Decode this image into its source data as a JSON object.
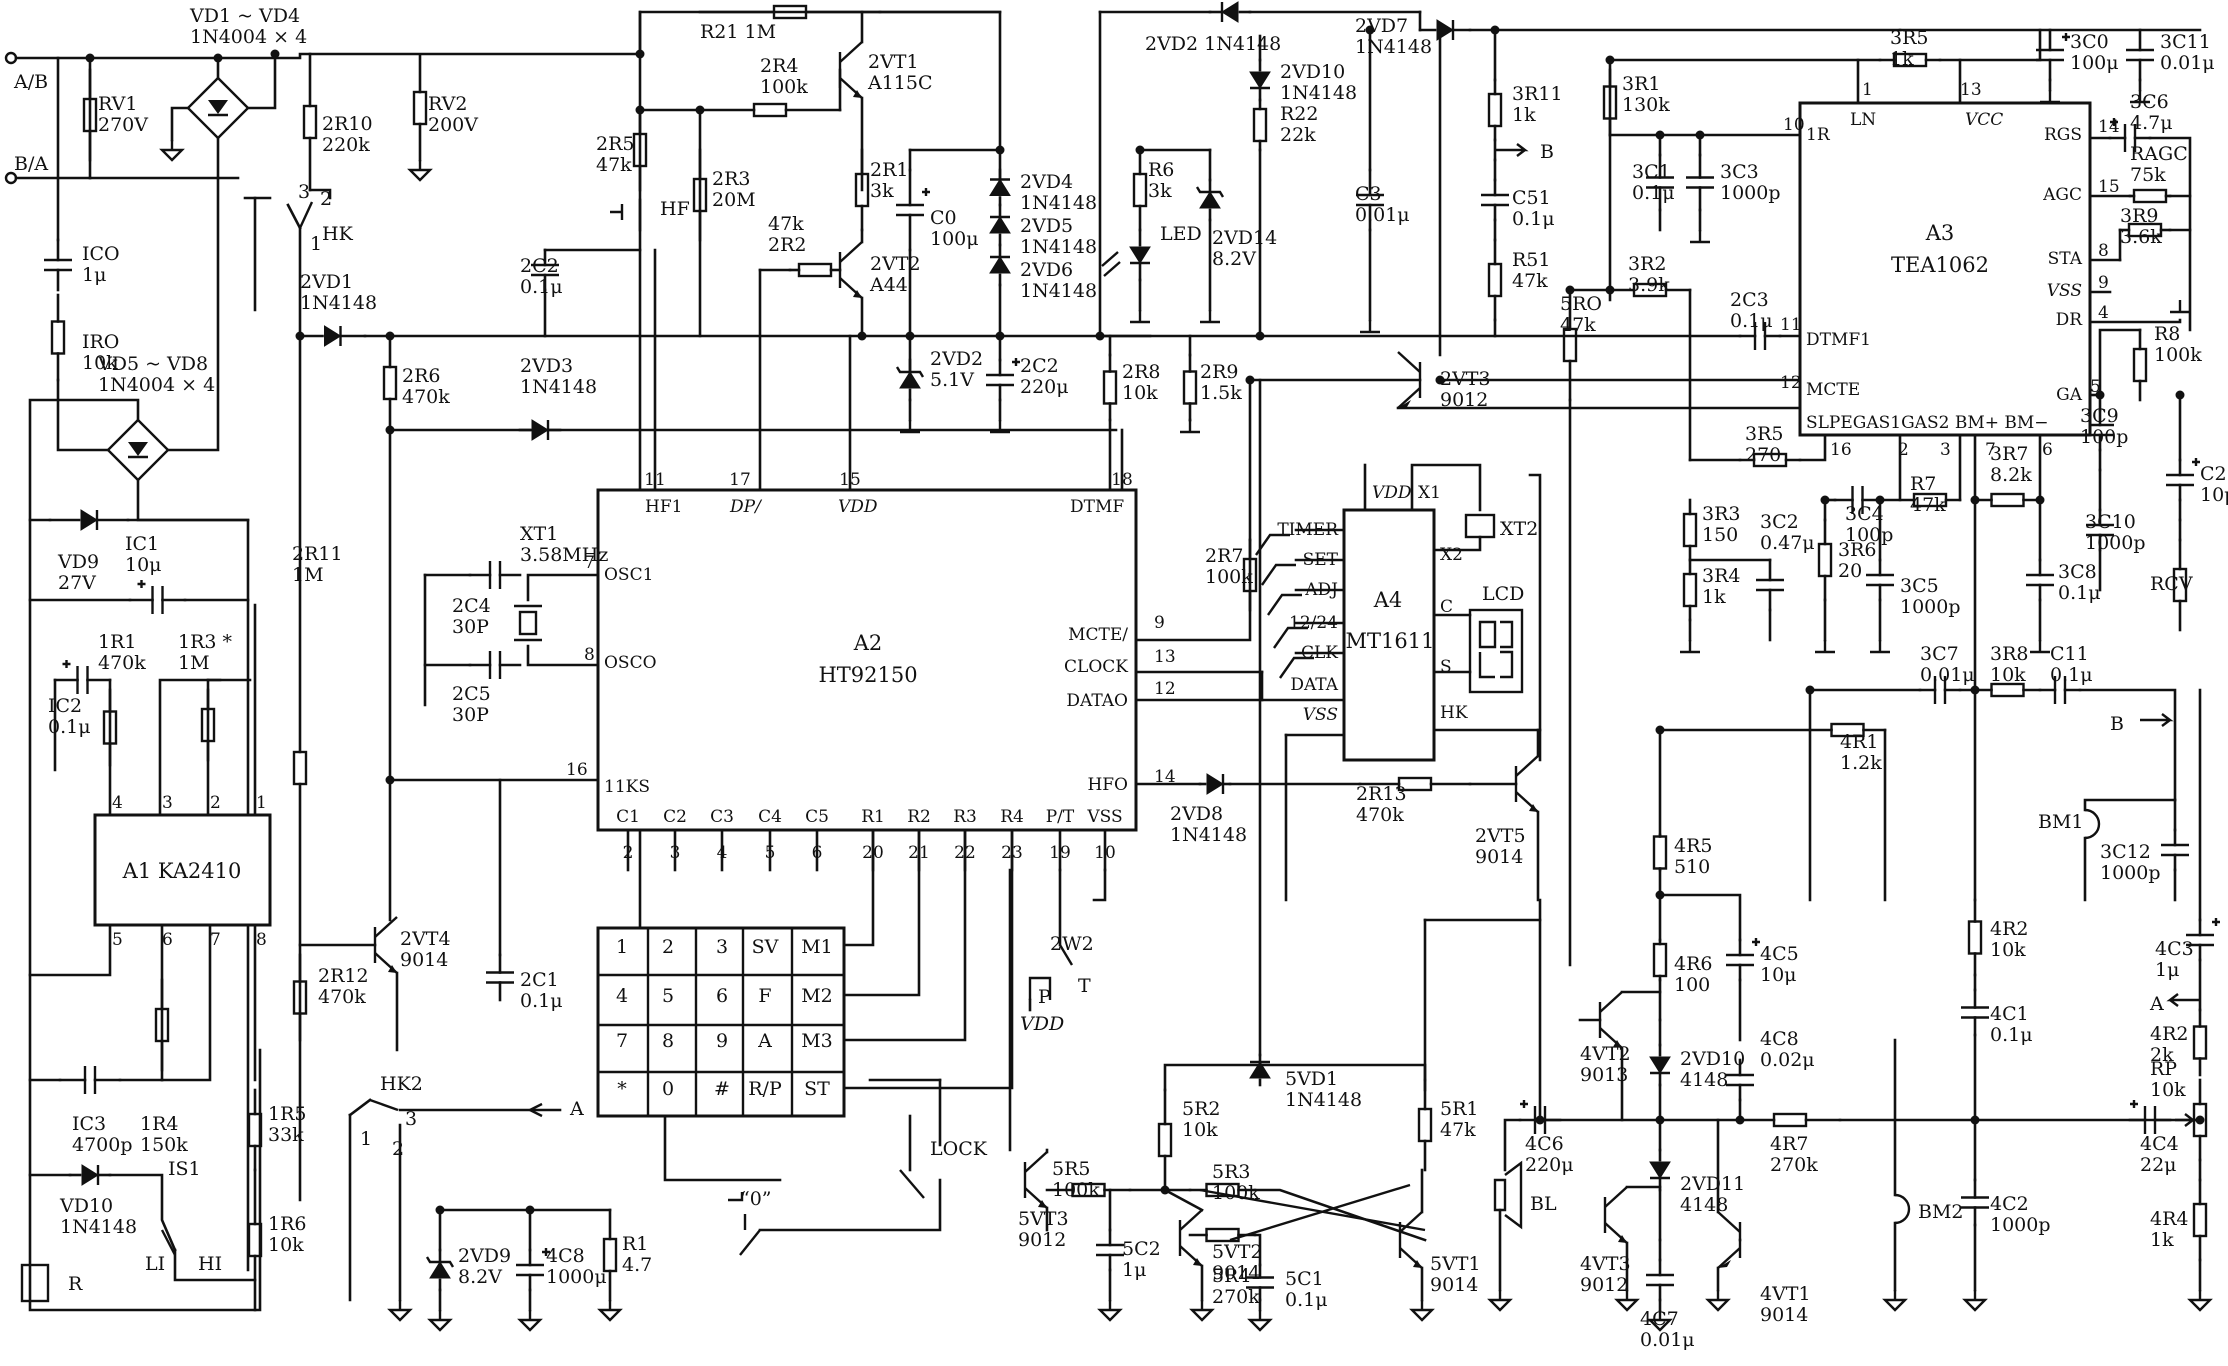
{
  "terminals": [
    "A/B",
    "B/A"
  ],
  "line_interface": {
    "RV1": [
      "RV1",
      "270V"
    ],
    "VD1_VD4": [
      "VD1 ~ VD4",
      "1N4004 × 4"
    ],
    "RV2": [
      "RV2",
      "200V"
    ],
    "ICO": [
      "ICO",
      "1μ"
    ],
    "IRO": [
      "IRO",
      "10k"
    ],
    "VD5_VD8": [
      "VD5 ~ VD8",
      "1N4004 × 4"
    ],
    "VD9": [
      "VD9",
      "27V"
    ],
    "IC1": [
      "IC1",
      "10μ"
    ],
    "R2R10": [
      "2R10",
      "220k"
    ],
    "HK": "HK",
    "HK_pins": [
      "3",
      "2",
      "1"
    ],
    "VD2_1": [
      "2VD1",
      "1N4148"
    ],
    "R2R11": [
      "2R11",
      "1M"
    ],
    "R2R12": [
      "2R12",
      "470k"
    ],
    "R2R6": [
      "2R6",
      "470k"
    ],
    "VT4": [
      "2VT4",
      "9014"
    ],
    "VD2_3": [
      "2VD3",
      "1N4148"
    ]
  },
  "ringer": {
    "chip": "A1 KA2410",
    "pins_top": [
      "4",
      "3",
      "2",
      "1"
    ],
    "pins_bottom": [
      "5",
      "6",
      "7",
      "8"
    ],
    "R1R1": [
      "1R1",
      "470k"
    ],
    "R1R3": [
      "1R3 *",
      "1M"
    ],
    "IC2": [
      "IC2",
      "0.1μ"
    ],
    "IC3": [
      "IC3",
      "4700p"
    ],
    "R1R4": [
      "1R4",
      "150k"
    ],
    "R1R5": [
      "1R5",
      "33k"
    ],
    "VD10": [
      "VD10",
      "1N4148"
    ],
    "IS1": "IS1",
    "LI": "LI",
    "HI": "HI",
    "R1R6": [
      "1R6",
      "10k"
    ],
    "R": "R"
  },
  "dialer": {
    "chip": [
      "A2",
      "HT92150"
    ],
    "R21": "R21  1M",
    "R2R4": [
      "2R4",
      "100k"
    ],
    "VT1": [
      "2VT1",
      "A115C"
    ],
    "R2R5": [
      "2R5",
      "47k"
    ],
    "HF": "HF",
    "R2R3": [
      "2R3",
      "20M"
    ],
    "C2C2a": [
      "2C2",
      "0.1μ"
    ],
    "R2R1": [
      "2R1",
      "3k"
    ],
    "R2R2": [
      "47k",
      "2R2"
    ],
    "VT2": [
      "2VT2",
      "A44"
    ],
    "C0": [
      "C0",
      "100μ"
    ],
    "VD2_2": "2VD2  1N4148",
    "VD2_10": [
      "2VD10",
      "1N4148"
    ],
    "R22": [
      "R22",
      "22k"
    ],
    "VD2_4": [
      "2VD4",
      "1N4148"
    ],
    "VD2_5": [
      "2VD5",
      "1N4148"
    ],
    "VD2_6": [
      "2VD6",
      "1N4148"
    ],
    "R6": [
      "R6",
      "3k"
    ],
    "LED": "LED",
    "VD2_14": [
      "2VD14",
      "8.2V"
    ],
    "VD2_2b": [
      "2VD2",
      "5.1V"
    ],
    "C2C2b": [
      "2C2",
      "220μ"
    ],
    "R2R8": [
      "2R8",
      "10k"
    ],
    "R2R9": [
      "2R9",
      "1.5k"
    ],
    "VD2_7": [
      "2VD7",
      "1N4148"
    ],
    "XT1": [
      "XT1",
      "3.58MHz"
    ],
    "C2C4": [
      "2C4",
      "30P"
    ],
    "C2C5": [
      "2C5",
      "30P"
    ],
    "C2C1": [
      "2C1",
      "0.1μ"
    ],
    "pin_hf1": "HF1",
    "pin_dp": "DP/",
    "pin_vdd": "VDD",
    "pin_dtmf": "DTMF",
    "pin_osc1": "OSC1",
    "pin_osco": "OSCO",
    "pin_11ks": "11KS",
    "pin_mcte": "MCTE/",
    "pin_clock": "CLOCK",
    "pin_datao": "DATAO",
    "pin_hfo": "HFO",
    "pin_labels_bottom": [
      "C1",
      "C2",
      "C3",
      "C4",
      "C5",
      "R1",
      "R2",
      "R3",
      "R4",
      "P/T",
      "VSS"
    ],
    "pin_numbers_bottom": [
      "2",
      "3",
      "4",
      "5",
      "6",
      "20",
      "21",
      "22",
      "23",
      "19",
      "10"
    ],
    "pin_numbers_top": [
      "11",
      "17",
      "15",
      "18"
    ],
    "pin_numbers_left": [
      "7",
      "8",
      "16"
    ],
    "pin_numbers_right": [
      "9",
      "13",
      "12",
      "14"
    ],
    "R2R7": [
      "2R7",
      "100k"
    ],
    "R2R13": [
      "2R13",
      "470k"
    ],
    "VD2_8": [
      "2VD8",
      "1N4148"
    ],
    "VT5": [
      "2VT5",
      "9014"
    ],
    "VT3": [
      "2VT3",
      "9012"
    ],
    "W2": "2W2",
    "W2_P": "P",
    "W2_T": "T",
    "W2_vdd": "VDD"
  },
  "keypad": [
    [
      "1",
      "2",
      "3",
      "SV",
      "M1"
    ],
    [
      "4",
      "5",
      "6",
      "F",
      "M2"
    ],
    [
      "7",
      "8",
      "9",
      "A",
      "M3"
    ],
    [
      "*",
      "0",
      "#",
      "R/P",
      "ST"
    ]
  ],
  "display": {
    "chip": [
      "A4",
      "MT1611"
    ],
    "pins_left": [
      "TIMER",
      "SET",
      "ADJ",
      "12/24",
      "CLK"
    ],
    "pin_vdd": "VDD",
    "pin_x1": "X1",
    "pin_x2": "X2",
    "pin_c": "C",
    "pin_s": "S",
    "pin_hk": "HK",
    "pin_data": "DATA",
    "pin_vss": "VSS",
    "XT2": "XT2",
    "LCD": "LCD"
  },
  "speech": {
    "chip": [
      "A3",
      "TEA1062"
    ],
    "pins_left": [
      "1R",
      "DTMF1",
      "MCTE"
    ],
    "pins_right": [
      "RGS",
      "AGC",
      "STA",
      "VSS",
      "DR",
      "GA"
    ],
    "pin_ln": "LN",
    "pin_vcc": "VCC",
    "pin_bottom": "SLPEGAS1GAS2 BM+  BM−",
    "pin_numbers": [
      "10",
      "11",
      "12",
      "1",
      "13",
      "14",
      "15",
      "8",
      "9",
      "4",
      "5",
      "16",
      "2",
      "3",
      "7",
      "6"
    ],
    "R3R5top": [
      "3R5",
      "1k"
    ],
    "C3C0": [
      "3C0",
      "100μ"
    ],
    "C3C11": [
      "3C11",
      "0.01μ"
    ],
    "C3C6": [
      "3C6",
      "4.7μ"
    ],
    "RAGC": [
      "RAGC",
      "75k"
    ],
    "R3R9": [
      "3R9",
      "3.6k"
    ],
    "R3R11": [
      "3R11",
      "1k"
    ],
    "B": "B",
    "C51": [
      "C51",
      "0.1μ"
    ],
    "R51": [
      "R51",
      "47k"
    ],
    "C3": [
      "C3",
      "0.01μ"
    ],
    "R3R1": [
      "3R1",
      "130k"
    ],
    "C3C1": [
      "3C1",
      "0.1μ"
    ],
    "C3C3": [
      "3C3",
      "1000p"
    ],
    "R3R2": [
      "3R2",
      "3.9k"
    ],
    "R5R0": [
      "5RO",
      "47k"
    ],
    "C2C3": [
      "2C3",
      "0.1μ"
    ],
    "R8": [
      "R8",
      "100k"
    ],
    "C3C9": [
      "3C9",
      "100p"
    ],
    "C2": [
      "C2",
      "10μ"
    ],
    "C3C10": [
      "3C10",
      "1000p"
    ],
    "RCV": "RCV",
    "R3R5": [
      "3R5",
      "270"
    ],
    "C3C4": [
      "3C4",
      "100p"
    ],
    "R3R7a": [
      "3R7",
      "8.2k"
    ],
    "R3R7b": [
      "R7",
      "47k"
    ],
    "R3R3": [
      "3R3",
      "150"
    ],
    "C3C2": [
      "3C2",
      "0.47μ"
    ],
    "R3R4": [
      "3R4",
      "1k"
    ],
    "R3R6": [
      "3R6",
      "20"
    ],
    "C3C5": [
      "3C5",
      "1000p"
    ],
    "C3C8": [
      "3C8",
      "0.1μ"
    ],
    "C3C7": [
      "3C7",
      "0.01μ"
    ],
    "R3R8": [
      "3R8",
      "10k"
    ],
    "C11": [
      "C11",
      "0.1μ"
    ],
    "BM1": "BM1",
    "C3C12": [
      "3C12",
      "1000p"
    ]
  },
  "handsfree": {
    "R4R1": [
      "4R1",
      "1.2k"
    ],
    "R4R5": [
      "4R5",
      "510"
    ],
    "R4R6": [
      "4R6",
      "100"
    ],
    "C4C5": [
      "4C5",
      "10μ"
    ],
    "VT2": [
      "4VT2",
      "9013"
    ],
    "VD10": [
      "2VD10",
      "4148"
    ],
    "C4C8": [
      "4C8",
      "0.02μ"
    ],
    "VD11": [
      "2VD11",
      "4148"
    ],
    "R4R7": [
      "4R7",
      "270k"
    ],
    "C4C6": [
      "4C6",
      "220μ"
    ],
    "BL": "BL",
    "VT3": [
      "4VT3",
      "9012"
    ],
    "C4C7": [
      "4C7",
      "0.01μ"
    ],
    "VT1": [
      "4VT1",
      "9014"
    ],
    "R4R2": [
      "4R2",
      "10k"
    ],
    "C4C1": [
      "4C1",
      "0.1μ"
    ],
    "BM2": "BM2",
    "C4C2": [
      "4C2",
      "1000p"
    ],
    "C4C3": [
      "4C3",
      "1μ"
    ],
    "A": "A",
    "R4R2b": [
      "4R2",
      "2k"
    ],
    "RP": [
      "RP",
      "10k"
    ],
    "C4C4": [
      "4C4",
      "22μ"
    ],
    "R4R4": [
      "4R4",
      "1k"
    ]
  },
  "lock": {
    "HK2": "HK2",
    "HK2_pins": [
      "1",
      "3",
      "2"
    ],
    "A": "A",
    "VD9": [
      "2VD9",
      "8.2V"
    ],
    "C4C8": [
      "4C8",
      "1000μ"
    ],
    "R1": [
      "R1",
      "4.7"
    ],
    "zero": "“0”",
    "LOCK": "LOCK",
    "VT3": [
      "5VT3",
      "9012"
    ],
    "R5R5": [
      "5R5",
      "100k"
    ],
    "C5C2": [
      "5C2",
      "1μ"
    ],
    "R5R2": [
      "5R2",
      "10k"
    ],
    "R5R3": [
      "5R3",
      "100k"
    ],
    "VT2": [
      "5VT2",
      "9014"
    ],
    "R5R4": [
      "5R4",
      "270k"
    ],
    "C5C1": [
      "5C1",
      "0.1μ"
    ],
    "VD1": [
      "5VD1",
      "1N4148"
    ],
    "R5R1": [
      "5R1",
      "47k"
    ],
    "VT1": [
      "5VT1",
      "9014"
    ]
  }
}
